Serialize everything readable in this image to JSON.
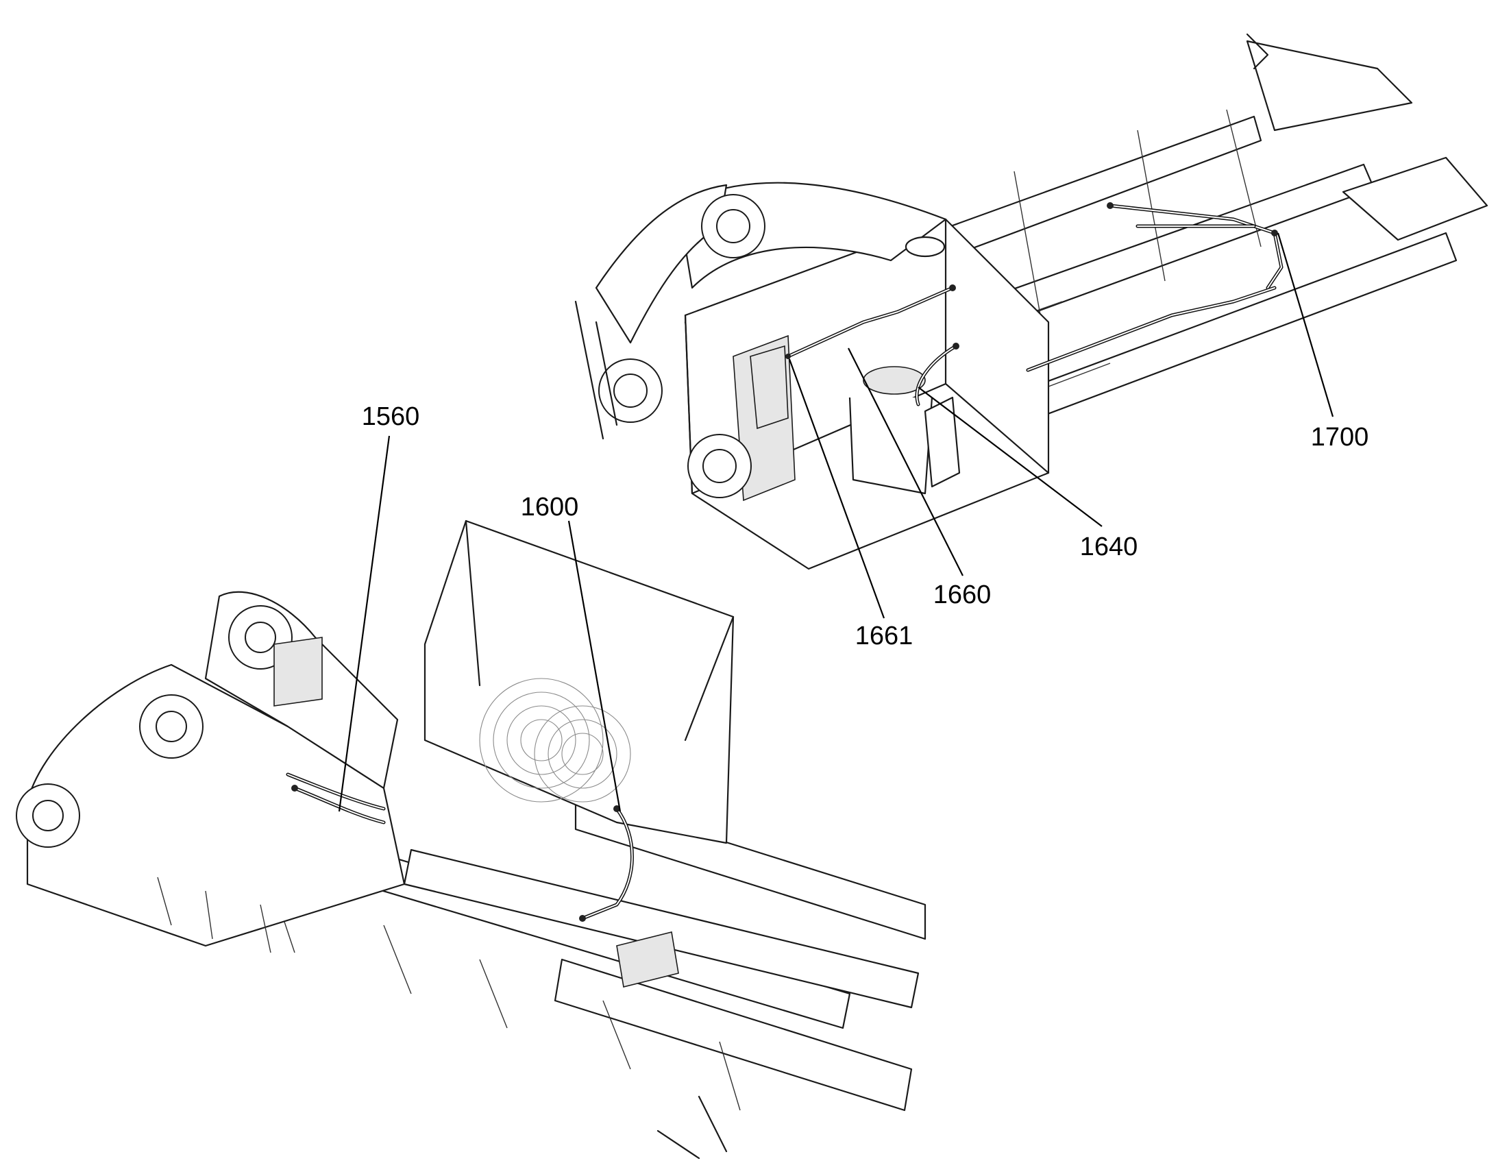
{
  "callouts": {
    "c1560": "1560",
    "c1600": "1600",
    "c1640": "1640",
    "c1660": "1660",
    "c1661": "1661",
    "c1700": "1700"
  }
}
